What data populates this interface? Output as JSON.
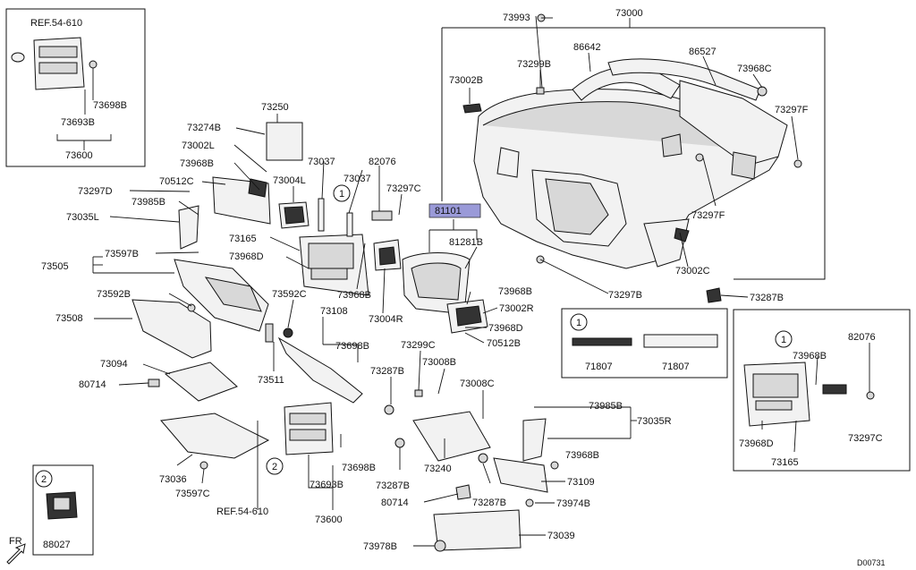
{
  "diagram": {
    "watermark_text": "",
    "code": "D00731",
    "fr_label": "FR",
    "callouts": [
      "1",
      "2"
    ],
    "part_numbers": {
      "p73993": "73993",
      "p73000": "73000",
      "p86642": "86642",
      "p86527": "86527",
      "p73968C": "73968C",
      "p73002B": "73002B",
      "p73299B": "73299B",
      "p73297F_a": "73297F",
      "p73297F_b": "73297F",
      "p81101": "81101",
      "p81281B": "81281B",
      "p73002C": "73002C",
      "p73297B": "73297B",
      "p73287B_r": "73287B",
      "ref54610_a": "REF.54-610",
      "p73698B_a": "73698B",
      "p73693B_a": "73693B",
      "p73600_a": "73600",
      "p73250": "73250",
      "p73274B": "73274B",
      "p73002L": "73002L",
      "p73968B_a": "73968B",
      "p73037_a": "73037",
      "p82076_a": "82076",
      "p73037_b": "73037",
      "p70512C": "70512C",
      "p73004L": "73004L",
      "p73297C_a": "73297C",
      "p73297D": "73297D",
      "p73985B_a": "73985B",
      "p73035L": "73035L",
      "p73165_a": "73165",
      "p73597B": "73597B",
      "p73968D_a": "73968D",
      "p73505": "73505",
      "p73968B_b": "73968B",
      "p73968B_c": "73968B",
      "p73592B": "73592B",
      "p73592C": "73592C",
      "p73002R": "73002R",
      "p73968D_b": "73968D",
      "p73004R": "73004R",
      "p70512B": "70512B",
      "p73108": "73108",
      "p73508": "73508",
      "p73698B_b": "73698B",
      "p73299C": "73299C",
      "p71807_a": "71807",
      "p71807_b": "71807",
      "p82076_b": "82076",
      "p73968B_d": "73968B",
      "p73094": "73094",
      "p73287B_a": "73287B",
      "p73008B": "73008B",
      "p73511": "73511",
      "p80714_a": "80714",
      "p73008C": "73008C",
      "p73985B_b": "73985B",
      "p73035R": "73035R",
      "p73297C_b": "73297C",
      "p73968D_c": "73968D",
      "p73165_b": "73165",
      "p73968B_e": "73968B",
      "p73036": "73036",
      "p73698B_c": "73698B",
      "p73240": "73240",
      "p73109": "73109",
      "p73597C": "73597C",
      "p73693B_b": "73693B",
      "p73287B_b": "73287B",
      "p80714_b": "80714",
      "p73287B_c": "73287B",
      "p73974B": "73974B",
      "ref54610_b": "REF.54-610",
      "p73600_b": "73600",
      "p88027": "88027",
      "p73039": "73039",
      "p73978B": "73978B"
    }
  }
}
